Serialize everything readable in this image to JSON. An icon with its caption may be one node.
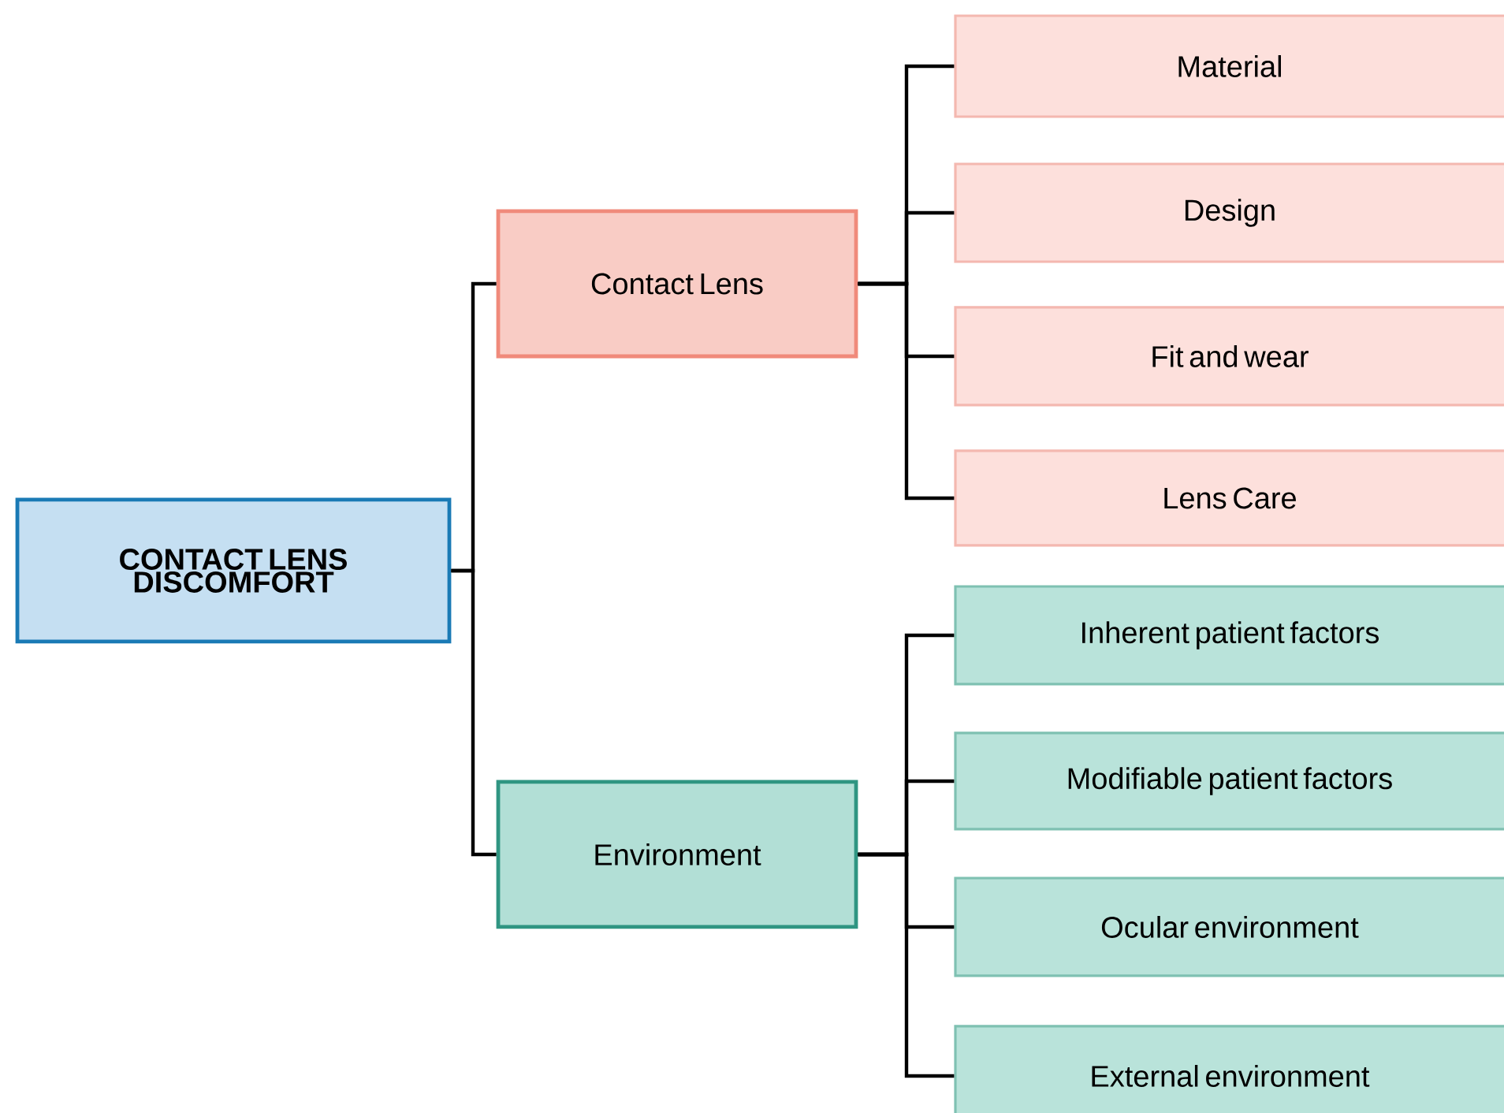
{
  "diagram": {
    "nodes": [
      {
        "text": [
          "CONTACT LENS DISCOMFORT"
        ]
      },
      {
        "text": [
          "Contact Lens"
        ]
      },
      {
        "text": [
          "Environment"
        ]
      },
      {
        "text": [
          "Material"
        ]
      },
      {
        "text": [
          "Design"
        ]
      },
      {
        "text": [
          "Fit and wear"
        ]
      },
      {
        "text": [
          "Lens Care"
        ]
      },
      {
        "text": [
          "Inherent patient factors"
        ]
      },
      {
        "text": [
          "Modifiable patient factors"
        ]
      },
      {
        "text": [
          "Ocular environment"
        ]
      },
      {
        "text": [
          "External environment"
        ]
      }
    ],
    "edges": [
      {
        "from": 0,
        "to": 1,
        "arrow": "none"
      },
      {
        "from": 0,
        "to": 2,
        "arrow": "none"
      },
      {
        "from": 1,
        "to": 3,
        "arrow": "none"
      },
      {
        "from": 1,
        "to": 4,
        "arrow": "none"
      },
      {
        "from": 1,
        "to": 5,
        "arrow": "none"
      },
      {
        "from": 1,
        "to": 6,
        "arrow": "none"
      },
      {
        "from": 2,
        "to": 7,
        "arrow": "none"
      },
      {
        "from": 2,
        "to": 8,
        "arrow": "none"
      },
      {
        "from": 2,
        "to": 9,
        "arrow": "none"
      },
      {
        "from": 2,
        "to": 10,
        "arrow": "none"
      }
    ]
  }
}
